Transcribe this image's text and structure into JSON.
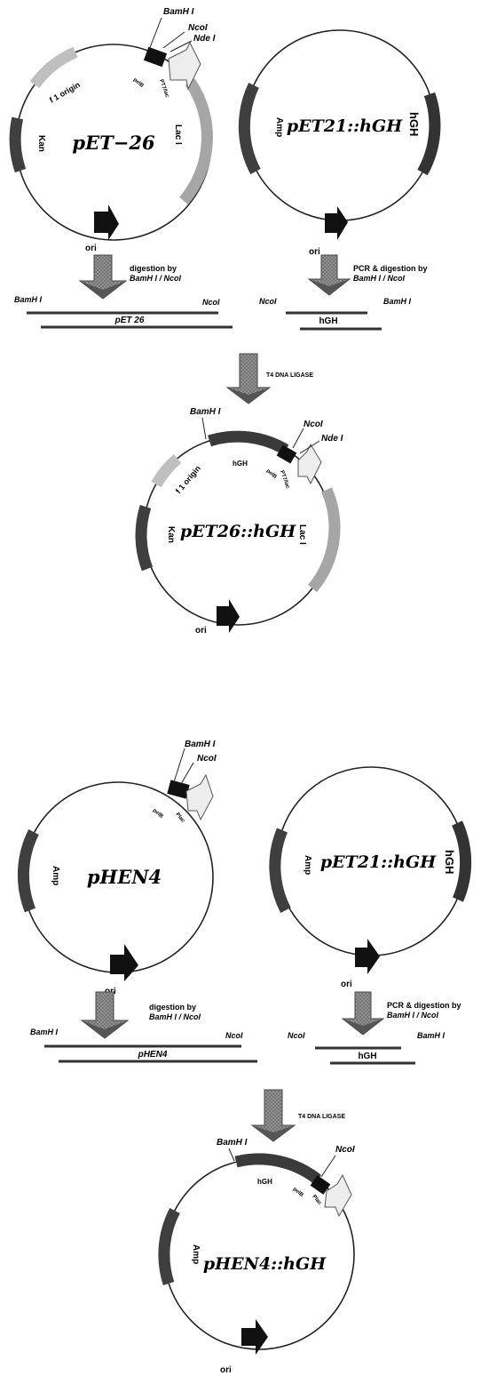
{
  "colors": {
    "dark": "#3f3f3f",
    "light": "#bfbfbf",
    "black": "#111111",
    "arrow_fill": "#6a6a6a",
    "promoter": "#ededed"
  },
  "panel_top": {
    "pET26": {
      "name": "pET−26",
      "f1": "f 1 origin",
      "kan": "Kan",
      "lacI": "Lac I",
      "ori": "ori",
      "pelB": "pelB",
      "promoter": "PT7/lac",
      "site1": "BamH I",
      "site2": "NcoI",
      "site3": "Nde I"
    },
    "pET21_left": {
      "name": "pET21::hGH",
      "amp": "Amp",
      "hgh": "hGH",
      "ori": "ori"
    },
    "digest_left": {
      "line1": "digestion by",
      "line2": "BamH I / NcoI"
    },
    "digest_right": {
      "line1": "PCR & digestion by",
      "line2": "BamH I / NcoI"
    },
    "frag_left": {
      "end1": "BamH I",
      "end2": "NcoI",
      "label": "pET 26"
    },
    "frag_right": {
      "end1": "NcoI",
      "end2": "BamH I",
      "label": "hGH"
    },
    "ligase": "T4 DNA LIGASE",
    "pET26hGH": {
      "name": "pET26::hGH",
      "f1": "f 1 origin",
      "kan": "Kan",
      "lacI": "Lac I",
      "ori": "ori",
      "hgh": "hGH",
      "pelB": "pelB",
      "promoter": "PT7/lac",
      "site1": "BamH I",
      "site2": "NcoI",
      "site3": "Nde I"
    }
  },
  "panel_bottom": {
    "pHEN4": {
      "name": "pHEN4",
      "amp": "Amp",
      "ori": "ori",
      "pelB": "pelB",
      "promoter": "Plac",
      "site1": "BamH I",
      "site2": "NcoI"
    },
    "pET21_right": {
      "name": "pET21::hGH",
      "amp": "Amp",
      "hgh": "hGH",
      "ori": "ori"
    },
    "digest_left": {
      "line1": "digestion by",
      "line2": "BamH I / NcoI"
    },
    "digest_right": {
      "line1": "PCR & digestion by",
      "line2": "BamH I / NcoI"
    },
    "frag_left": {
      "end1": "BamH I",
      "end2": "NcoI",
      "label": "pHEN4"
    },
    "frag_right": {
      "end1": "NcoI",
      "end2": "BamH I",
      "label": "hGH"
    },
    "ligase": "T4 DNA LIGASE",
    "pHEN4hGH": {
      "name": "pHEN4::hGH",
      "amp": "Amp",
      "ori": "ori",
      "hgh": "hGH",
      "pelB": "pelB",
      "promoter": "Plac",
      "site1": "BamH I",
      "site2": "NcoI"
    }
  }
}
